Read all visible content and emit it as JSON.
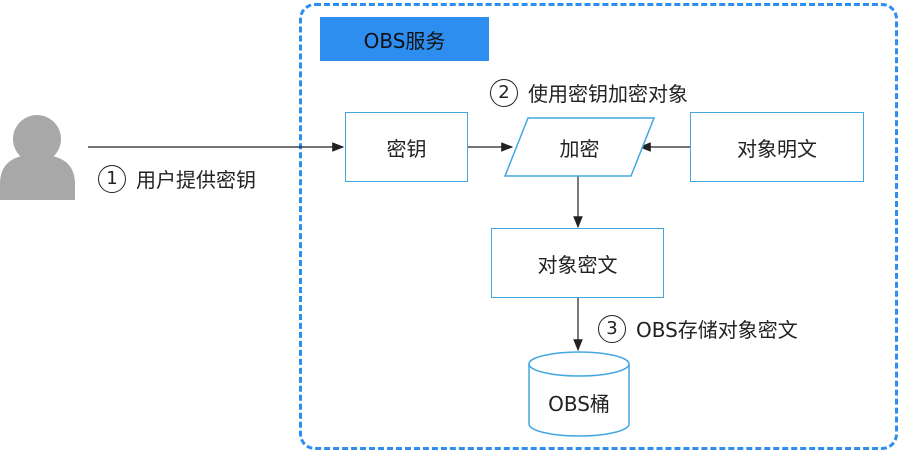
{
  "service": {
    "title": "OBS服务"
  },
  "boxes": {
    "key": "密钥",
    "encrypt": "加密",
    "plaintext": "对象明文",
    "ciphertext": "对象密文",
    "bucket": "OBS桶"
  },
  "steps": [
    {
      "num": "1",
      "text": "用户提供密钥"
    },
    {
      "num": "2",
      "text": "使用密钥加密对象"
    },
    {
      "num": "3",
      "text": "OBS存储对象密文"
    }
  ],
  "colors": {
    "accent": "#2e8ef0",
    "box_border": "#44a8e0",
    "user_icon": "#a8a8a8"
  },
  "icons": {
    "user": "user-icon"
  }
}
